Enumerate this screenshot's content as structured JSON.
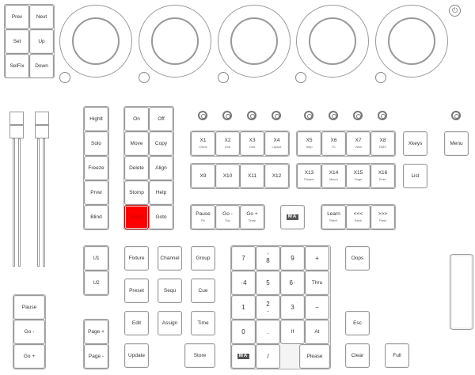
{
  "nav": [
    "Prev",
    "Next",
    "Set",
    "Up",
    "SelFix",
    "Down"
  ],
  "left_col": [
    "Highlt",
    "Solo",
    "Freeze",
    "Prvw",
    "Blind"
  ],
  "cmd": [
    "On",
    "Off",
    "Move",
    "Copy",
    "Delete",
    "Align",
    "Stomp",
    "Help",
    "Select",
    "Goto"
  ],
  "xkeys": [
    {
      "label": "X1",
      "sub": "Clone"
    },
    {
      "label": "X2",
      "sub": "Link"
    },
    {
      "label": "X3",
      "sub": "Grid"
    },
    {
      "label": "X4",
      "sub": "Layout"
    },
    {
      "label": "X5",
      "sub": "Step"
    },
    {
      "label": "X6",
      "sub": "TC"
    },
    {
      "label": "X7",
      "sub": "View"
    },
    {
      "label": "X8",
      "sub": "DMX"
    },
    {
      "label": "X9",
      "sub": ""
    },
    {
      "label": "X10",
      "sub": ""
    },
    {
      "label": "X11",
      "sub": ""
    },
    {
      "label": "X12",
      "sub": ""
    },
    {
      "label": "X13",
      "sub": "Phaser"
    },
    {
      "label": "X14",
      "sub": "Macro"
    },
    {
      "label": "X15",
      "sub": "Page"
    },
    {
      "label": "X16",
      "sub": "Exec"
    }
  ],
  "xkeys_btn": "Xkeys",
  "list_btn": "List",
  "menu_btn": "Menu",
  "playback": [
    {
      "label": "Pause",
      "sub": "Fix"
    },
    {
      "label": "Go -",
      "sub": "Top"
    },
    {
      "label": "Go +",
      "sub": "Temp"
    }
  ],
  "ma_label": "MA",
  "learn": [
    {
      "label": "Learn",
      "sub": "Rate1"
    },
    {
      "label": "<<<",
      "sub": "Back"
    },
    {
      "label": ">>>",
      "sub": "Flash"
    }
  ],
  "user": [
    "U1",
    "U2"
  ],
  "page": [
    "Page +",
    "Page -"
  ],
  "exec": [
    "Pause",
    "Go -",
    "Go +"
  ],
  "objects": [
    "Fixture",
    "Channel",
    "Group",
    "Preset",
    "Sequ",
    "Cue",
    "Edit",
    "Assign",
    "Time",
    "Update",
    "Store"
  ],
  "numpad": [
    "7",
    "8",
    "9",
    "+",
    "4",
    "5",
    "6",
    "Thru",
    "1",
    "2",
    "3",
    "−",
    "0",
    ".",
    "If",
    "At",
    "/",
    "Please"
  ],
  "misc": {
    "oops": "Oops",
    "esc": "Esc",
    "clear": "Clear",
    "full": "Full"
  },
  "colors": {
    "select": "#ff0000"
  }
}
